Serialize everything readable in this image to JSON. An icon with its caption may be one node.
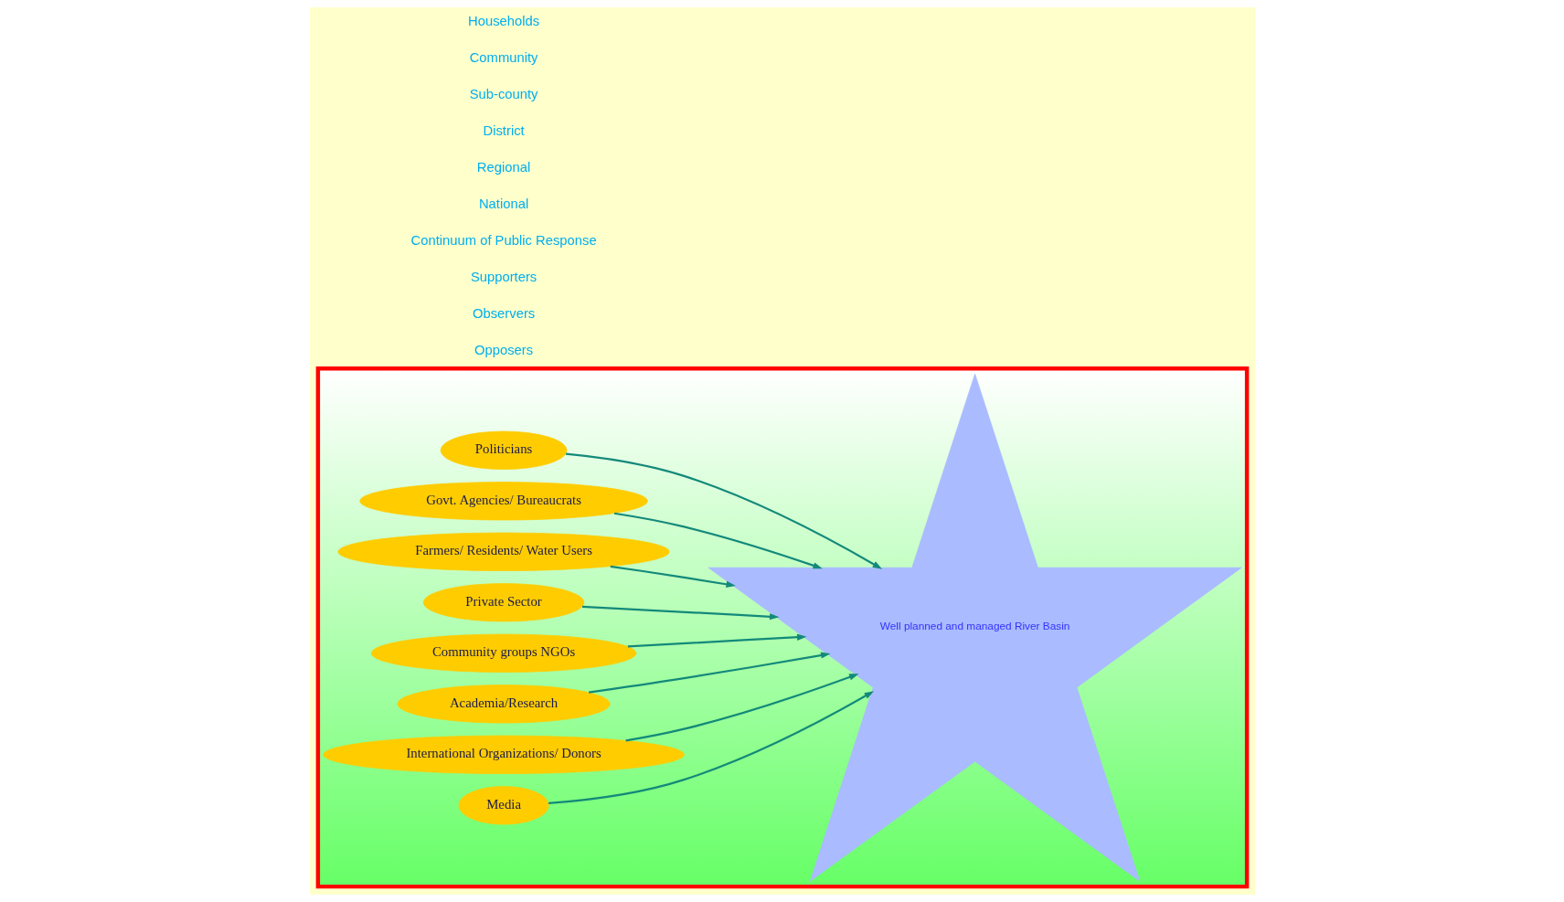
{
  "diagram": {
    "nodes": [
      {
        "text": [],
        "shape": "triangle"
      },
      {
        "text": [
          "Well planned and managed River Basin"
        ],
        "in": 0
      },
      {
        "text": [
          "Politicians"
        ],
        "in": 0
      },
      {
        "text": [
          "Govt. Agencies/ Bureaucrats"
        ],
        "in": 0
      },
      {
        "text": [
          "Farmers/ Residents/ Water Users"
        ],
        "in": 0
      },
      {
        "text": [
          "Private Sector"
        ],
        "in": 0
      },
      {
        "text": [
          "Community groups NGOs"
        ],
        "in": 0
      },
      {
        "text": [
          "Academia/Research"
        ],
        "in": 0
      },
      {
        "text": [
          "International Organizations/ Donors"
        ],
        "in": 0
      },
      {
        "text": [
          "Media"
        ],
        "in": 0
      }
    ],
    "edges": [
      {
        "from": 2,
        "to": 1,
        "arrow": "to"
      },
      {
        "from": 3,
        "to": 1,
        "arrow": "to"
      },
      {
        "from": 4,
        "to": 1,
        "arrow": "to"
      },
      {
        "from": 5,
        "to": 1,
        "arrow": "to"
      },
      {
        "from": 6,
        "to": 1,
        "arrow": "to"
      },
      {
        "from": 7,
        "to": 1,
        "arrow": "to"
      },
      {
        "from": 8,
        "to": 1,
        "arrow": "to"
      },
      {
        "from": 9,
        "to": 1,
        "arrow": "to"
      }
    ],
    "labels": [
      "Opposers",
      "Observers",
      "Supporters",
      "Continuum of Public Response",
      "National",
      "Regional",
      "District",
      "Sub-county",
      "Community",
      "Households"
    ]
  }
}
